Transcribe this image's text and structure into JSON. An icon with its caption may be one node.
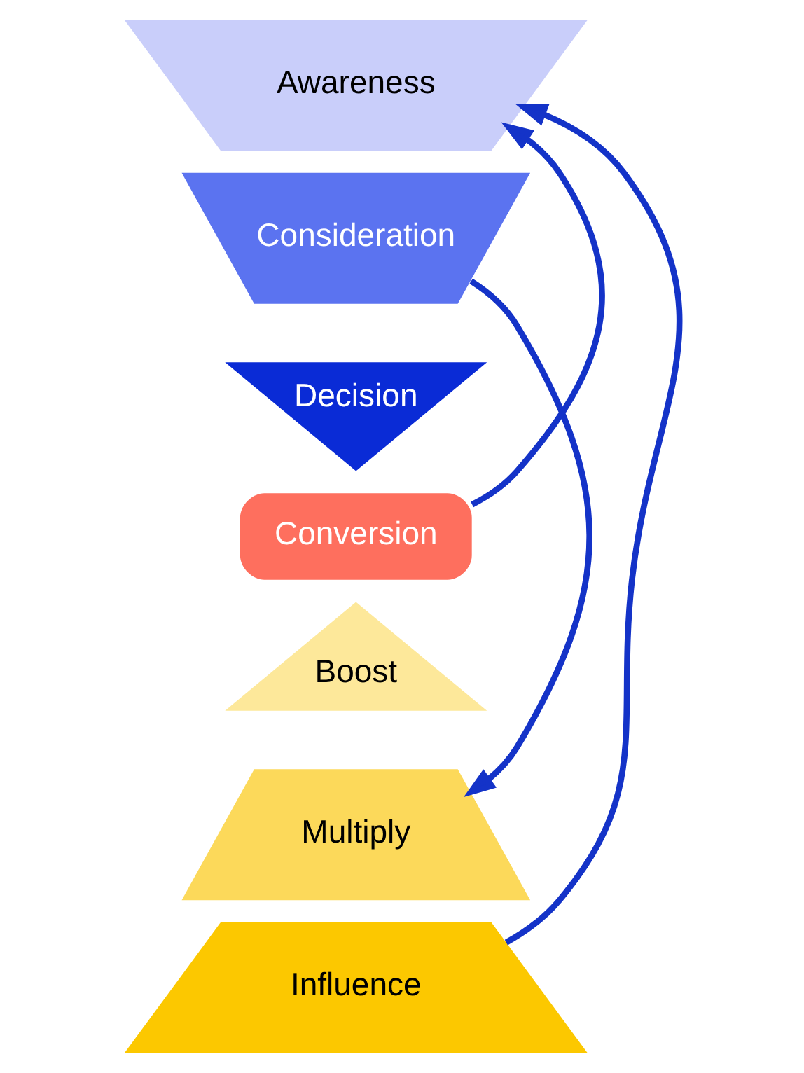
{
  "diagram": {
    "nodes": [
      {
        "text": [
          "Awareness"
        ]
      },
      {
        "text": [
          "Consideration"
        ]
      },
      {
        "text": [
          "Decision"
        ]
      },
      {
        "text": [
          "Conversion"
        ]
      },
      {
        "text": [
          "Boost"
        ]
      },
      {
        "text": [
          "Multiply"
        ]
      },
      {
        "text": [
          "Influence"
        ]
      }
    ],
    "edges": [
      {
        "from": 3,
        "to": 0,
        "arrow": "to"
      },
      {
        "from": 1,
        "to": 5,
        "arrow": "to"
      },
      {
        "from": 6,
        "to": 0,
        "arrow": "to"
      }
    ]
  }
}
